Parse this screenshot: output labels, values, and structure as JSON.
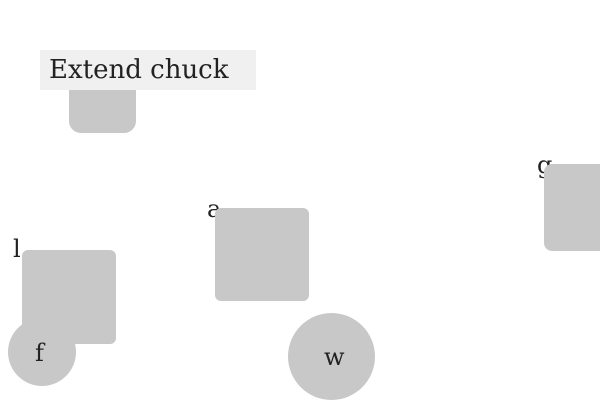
{
  "tooltip": {
    "text": "Extend chuck"
  },
  "labels": {
    "a": "a",
    "g": "g",
    "l": "l",
    "f": "f",
    "w": "w"
  },
  "colors": {
    "background": "#ffffff",
    "shape_fill": "#c8c8c8",
    "tooltip_bg": "#f0f0f0",
    "text": "#222222"
  }
}
